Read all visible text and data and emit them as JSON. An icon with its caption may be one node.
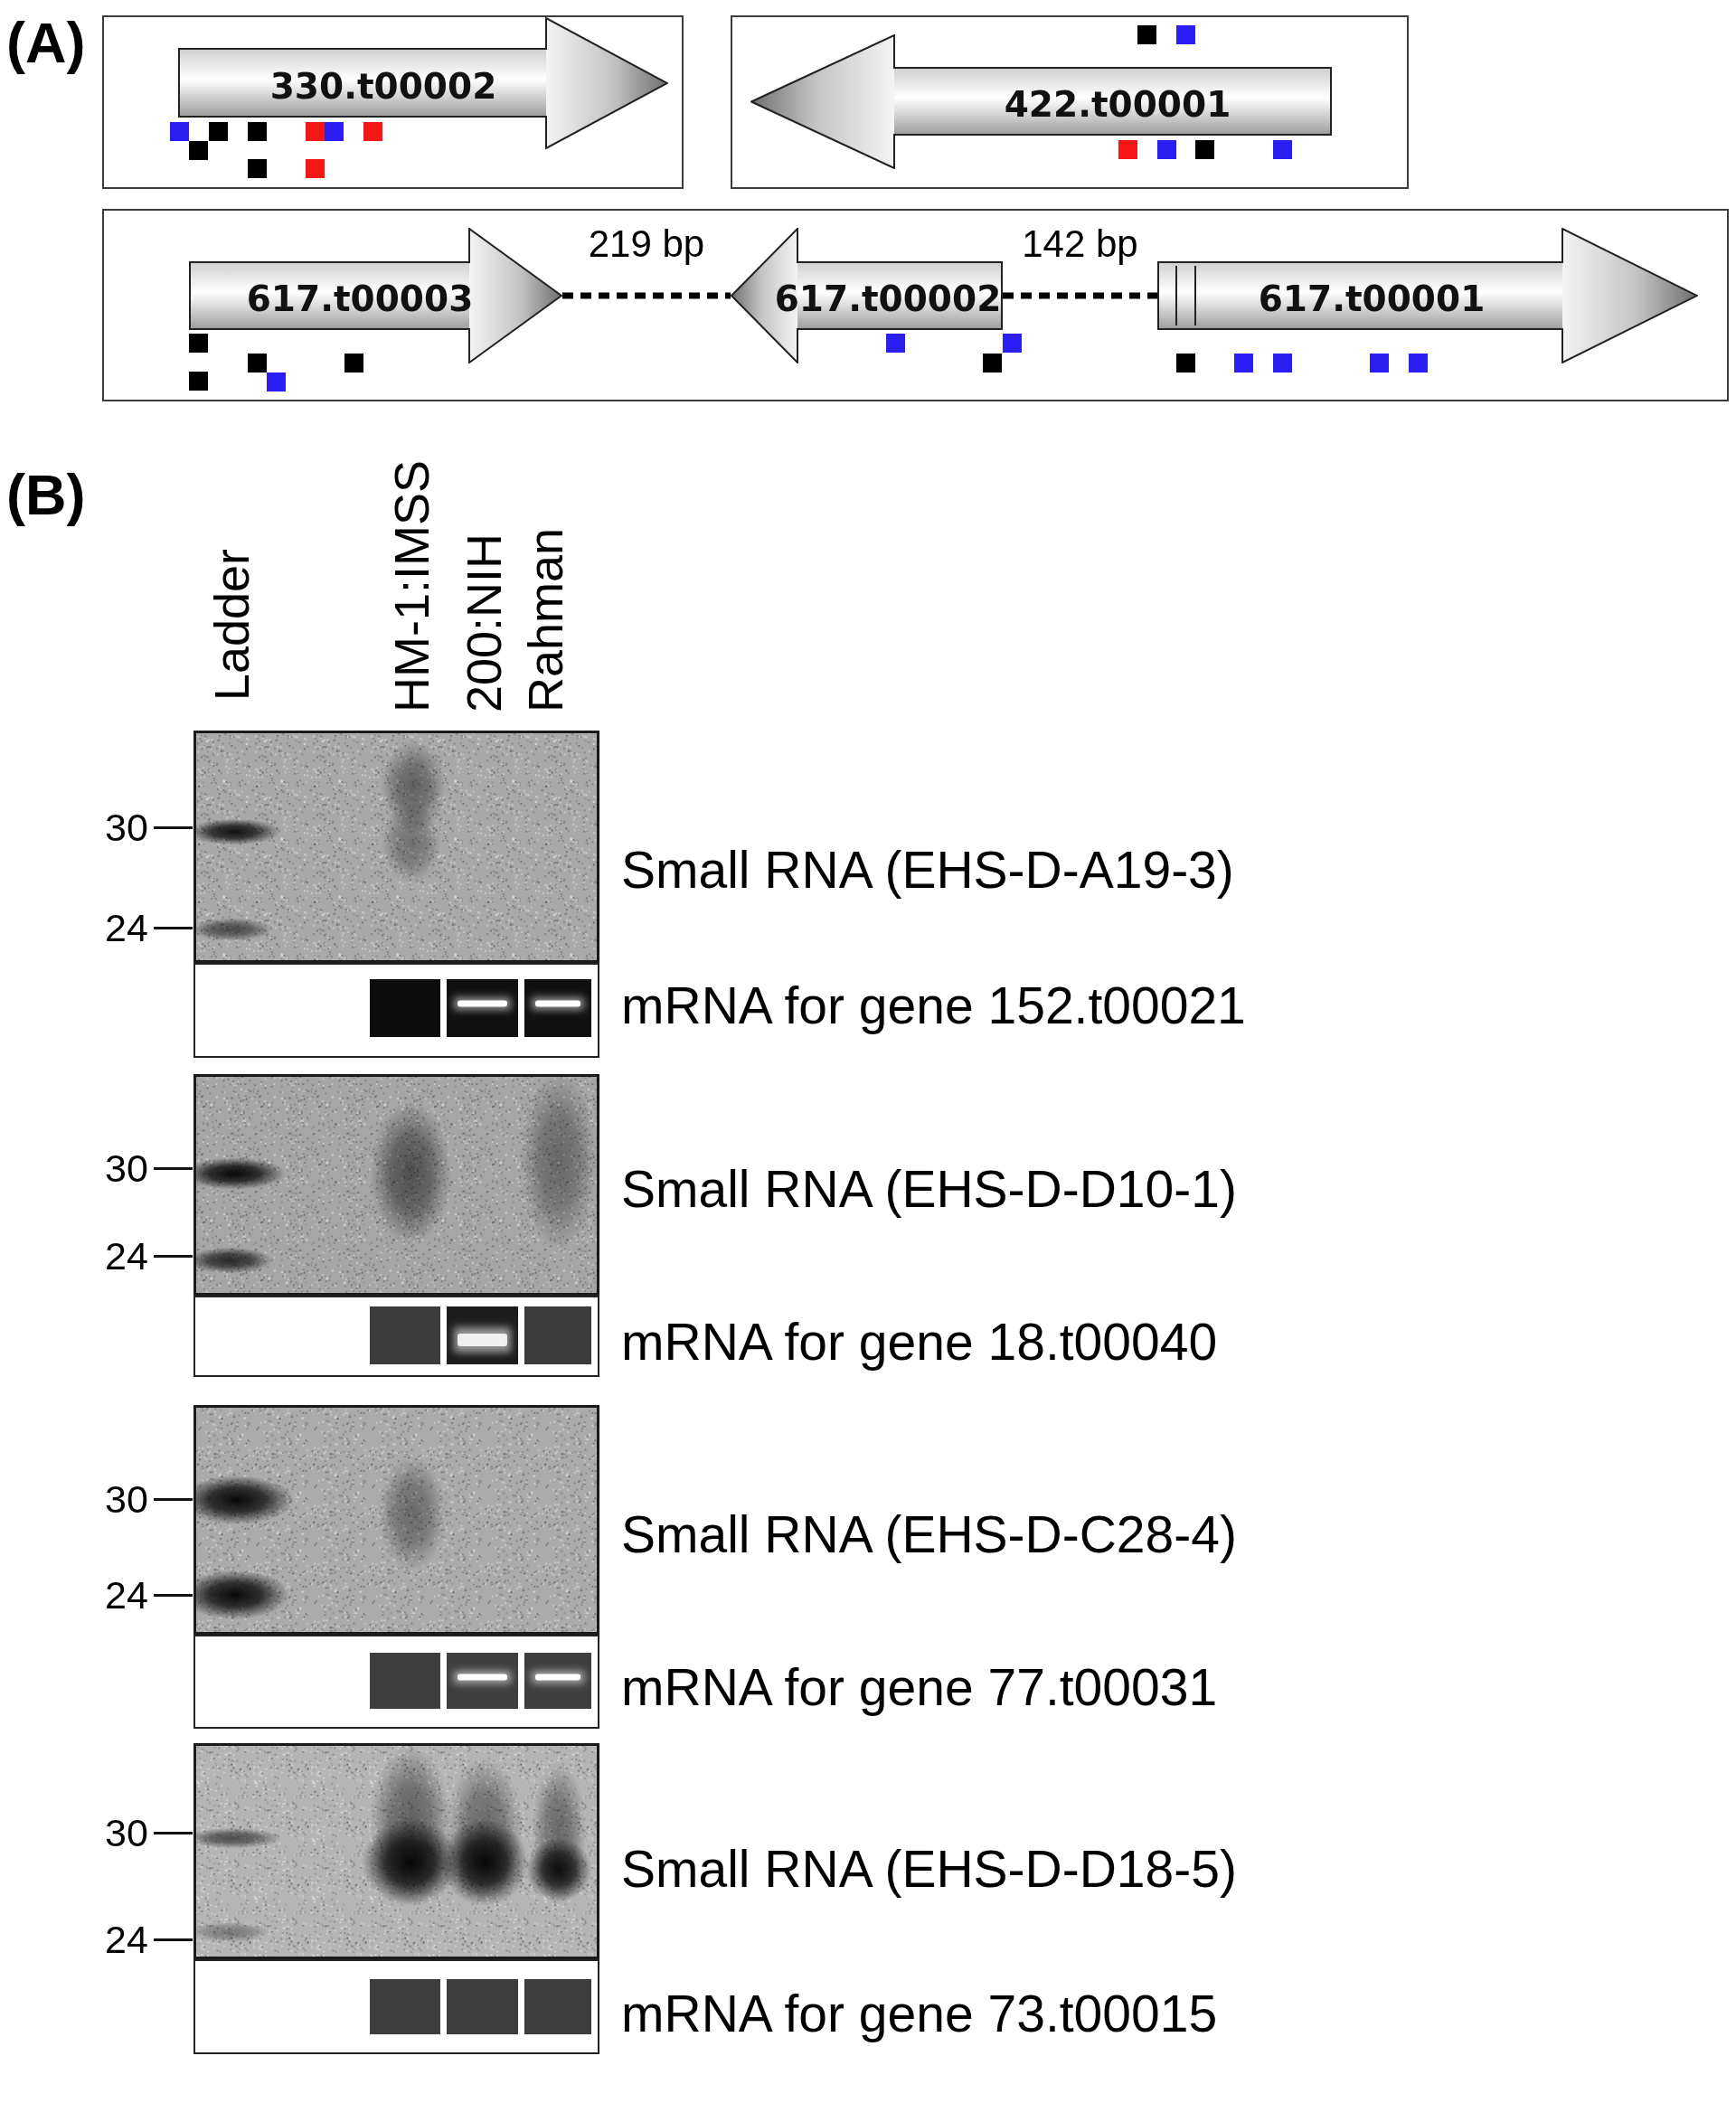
{
  "diagram": {
    "nodes": [
      {
        "text": [],
        "shape": "box"
      },
      {
        "text": [
          "330.t00002"
        ],
        "in": 0
      },
      {
        "text": [],
        "shape": "box"
      },
      {
        "text": [
          "422.t00001"
        ],
        "in": 2
      },
      {
        "text": [],
        "shape": "box"
      },
      {
        "text": [
          "617.t00003"
        ],
        "in": 4
      },
      {
        "text": [
          "617.t00002"
        ],
        "in": 4
      },
      {
        "text": [
          "617.t00001"
        ],
        "in": 4
      }
    ],
    "edges": [
      {
        "from": 5,
        "to": 6,
        "arrow": "none",
        "label": "219 bp",
        "style": "dashed"
      },
      {
        "from": 6,
        "to": 7,
        "arrow": "none",
        "label": "142 bp",
        "style": "dashed"
      }
    ],
    "labels": [
      "(A)",
      "(B)",
      "Ladder",
      "HM-1:IMSS",
      "200:NIH",
      "Rahman",
      "30",
      "Small RNA (EHS-D-A19-3)",
      "24",
      "mRNA for gene 152.t00021",
      "30",
      "Small RNA (EHS-D-D10-1)",
      "24",
      "mRNA for gene 18.t00040",
      "30",
      "Small RNA (EHS-D-C28-4)",
      "24",
      "mRNA for gene 77.t00031",
      "30",
      "Small RNA (EHS-D-D18-5)",
      "24",
      "mRNA for gene 73.t00015"
    ]
  }
}
